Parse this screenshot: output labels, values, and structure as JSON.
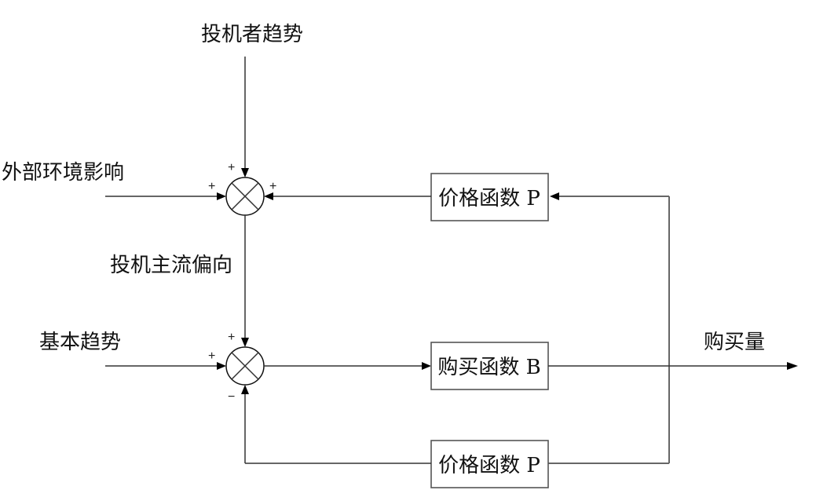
{
  "diagram": {
    "type": "block-diagram",
    "inputs": {
      "speculator_trend": "投机者趋势",
      "external_influence": "外部环境影响",
      "speculation_bias": "投机主流偏向",
      "basic_trend": "基本趋势"
    },
    "output": {
      "purchase_volume": "购买量"
    },
    "blocks": {
      "price_function_top": "价格函数 P",
      "purchase_function": "购买函数 B",
      "price_function_bottom": "价格函数 P"
    },
    "junction1_signs": {
      "top": "+",
      "left": "+",
      "right": "+"
    },
    "junction2_signs": {
      "top": "+",
      "left": "+",
      "bottom": "−"
    }
  }
}
